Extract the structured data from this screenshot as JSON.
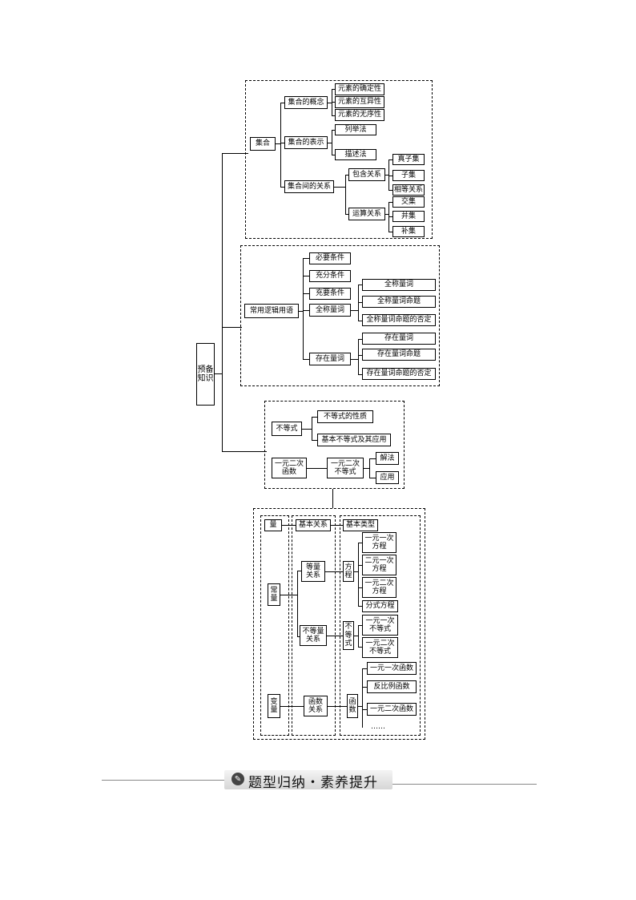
{
  "root": "预备知识",
  "section1": {
    "root": "集合",
    "concept": "集合的概念",
    "concept_items": [
      "元素的确定性",
      "元素的互异性",
      "元素的无序性"
    ],
    "representation": "集合的表示",
    "representation_items": [
      "列举法",
      "描述法"
    ],
    "relations": "集合间的关系",
    "inclusion": "包含关系",
    "inclusion_items": [
      "真子集",
      "子集",
      "相等关系"
    ],
    "operation": "运算关系",
    "operation_items": [
      "交集",
      "并集",
      "补集"
    ]
  },
  "section2": {
    "root": "常用逻辑用语",
    "items": [
      "必要条件",
      "充分条件",
      "充要条件"
    ],
    "universal": "全称量词",
    "universal_items": [
      "全称量词",
      "全称量词命题",
      "全称量词命题的否定"
    ],
    "existential": "存在量词",
    "existential_items": [
      "存在量词",
      "存在量词命题",
      "存在量词命题的否定"
    ]
  },
  "section3": {
    "inequality": "不等式",
    "inequality_items": [
      "不等式的性质",
      "基本不等式及其应用"
    ],
    "quad_func": "一元二次\n函数",
    "quad_ineq": "一元二次\n不等式",
    "quad_ineq_items": [
      "解法",
      "应用"
    ]
  },
  "section4": {
    "quantity": "量",
    "basic_relation": "基本关系",
    "basic_type": "基本类型",
    "constant": "常量",
    "variable": "变量",
    "equal_relation": "等量\n关系",
    "unequal_relation": "不等量\n关系",
    "function_relation": "函数\n关系",
    "equation": "方程",
    "equation_items": [
      "一元一次\n方程",
      "二元一次\n方程",
      "一元二次\n方程",
      "分式方程"
    ],
    "inequality": "不等式",
    "inequality_items": [
      "一元一次\n不等式",
      "一元二次\n不等式"
    ],
    "function": "函数",
    "function_items": [
      "一元一次函数",
      "反比例函数",
      "一元二次函数"
    ],
    "ellipsis": "……"
  },
  "banner": {
    "icon": "pencil-icon",
    "text": "题型归纳・素养提升"
  }
}
